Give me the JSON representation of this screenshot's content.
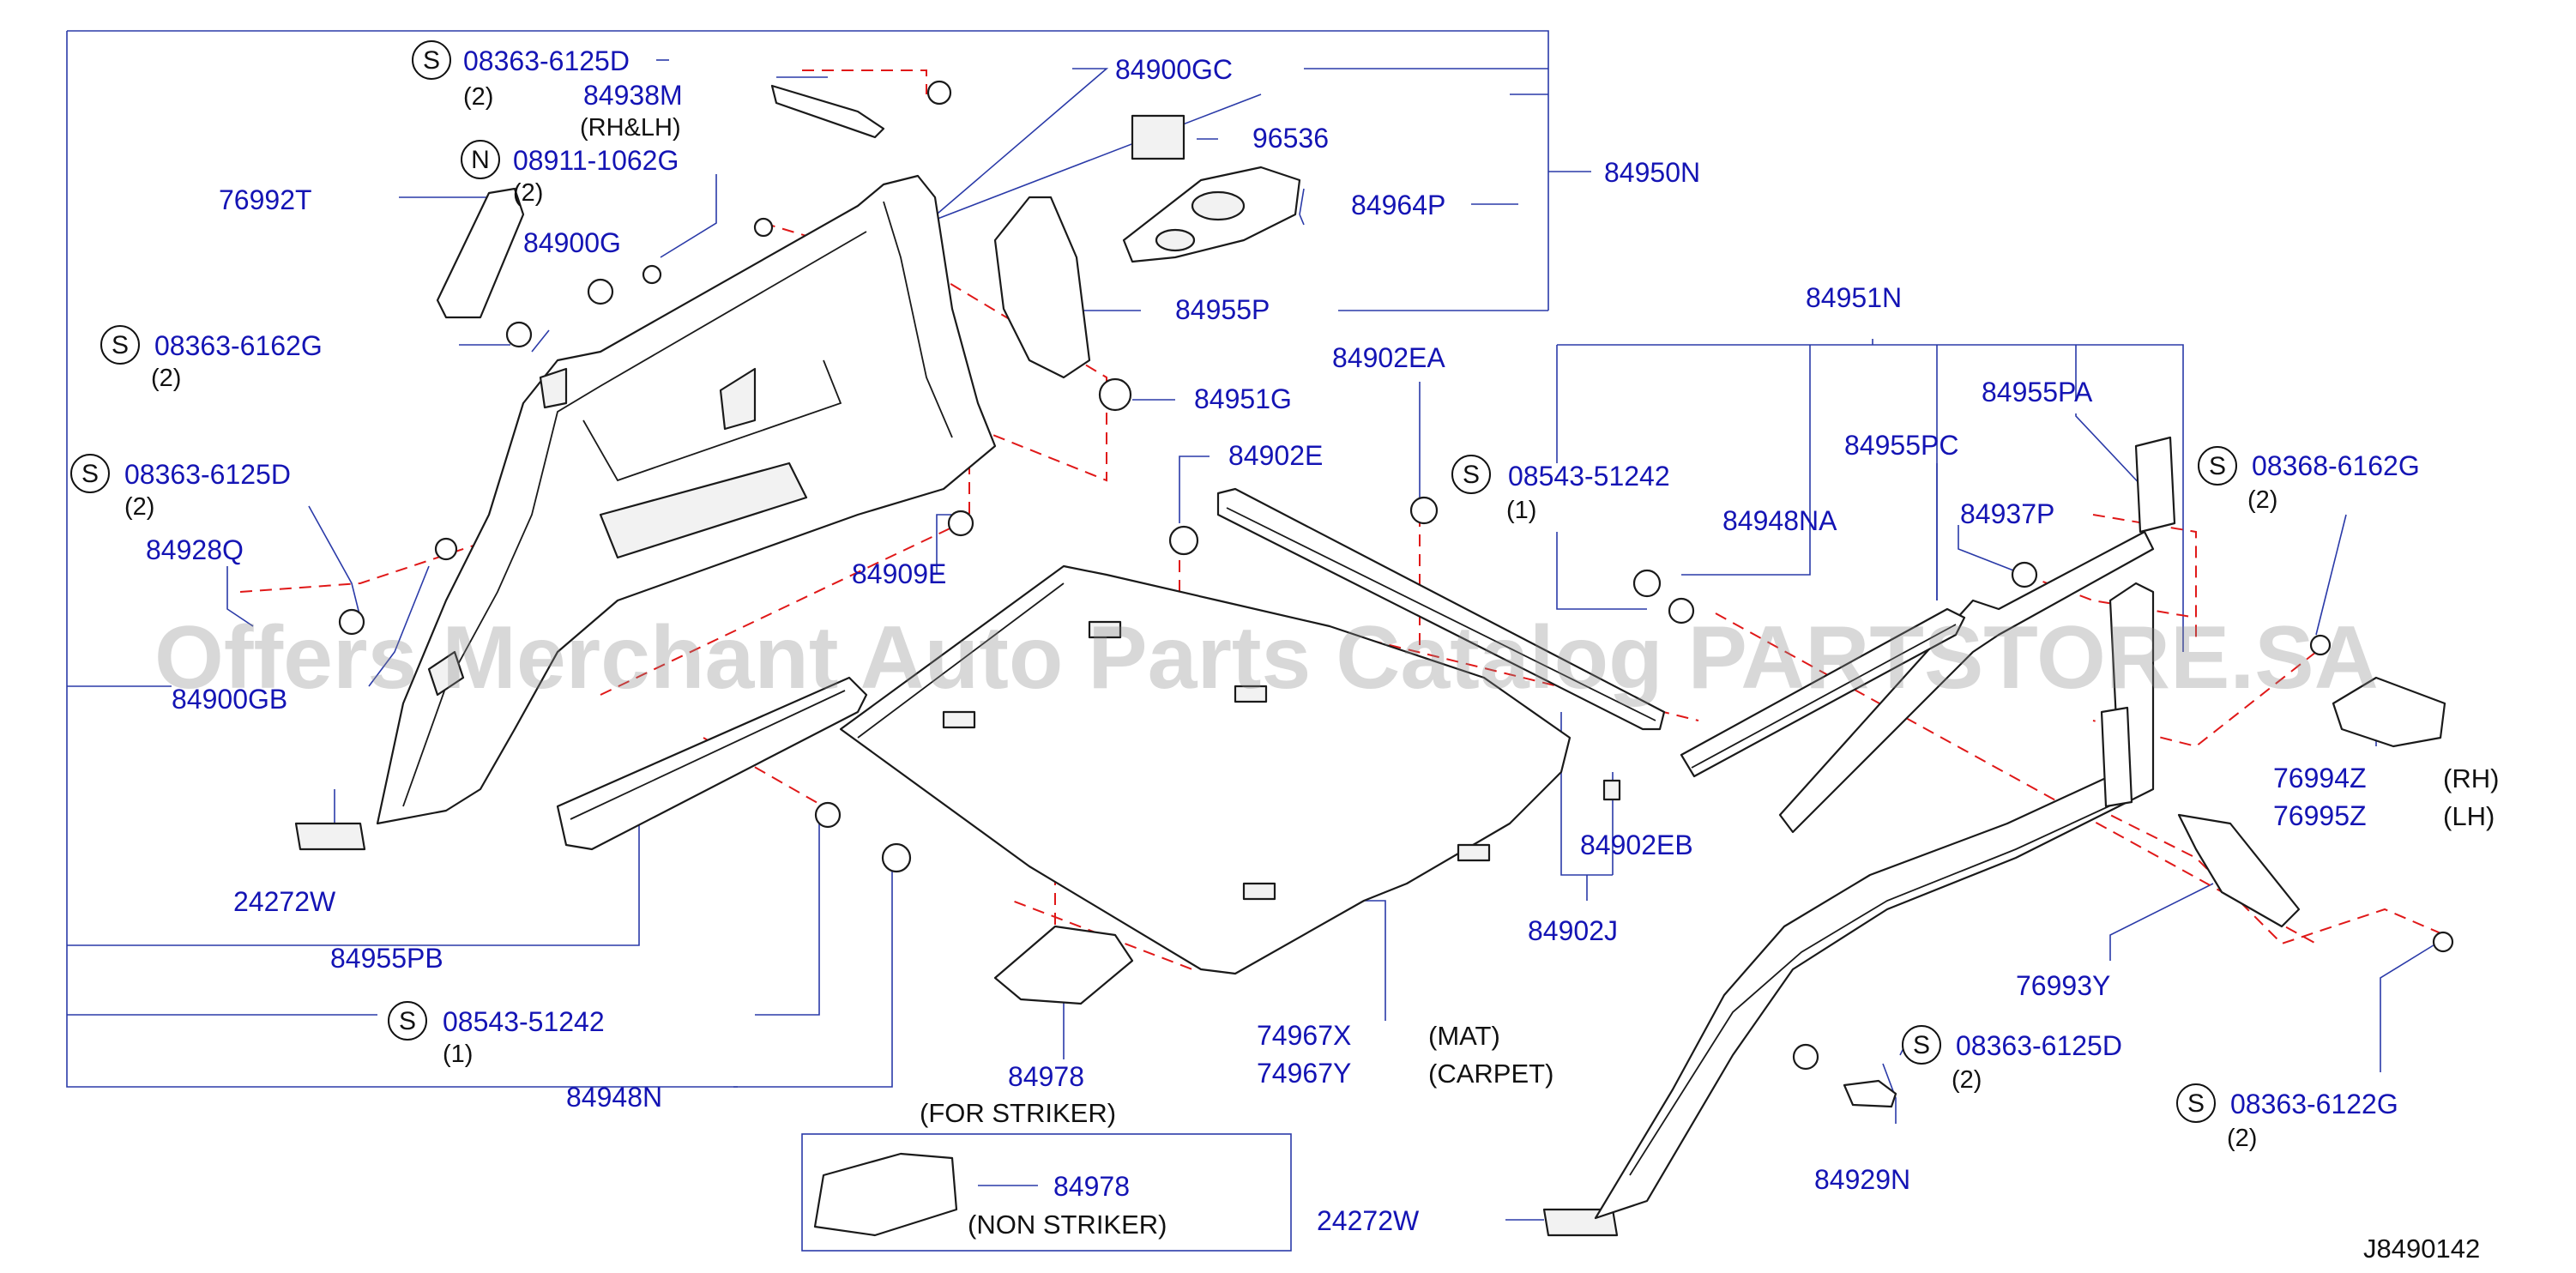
{
  "watermark": "Offers Merchant Auto Parts Catalog PARTSTORE.SA",
  "diagram_id": "J8490142",
  "symbols": {
    "screw": "S",
    "nut": "N"
  },
  "labels": {
    "p08363_6125D_top": "08363-6125D",
    "p08363_6125D_top_qty": "(2)",
    "p84938M": "84938M",
    "p84938M_note": "(RH&LH)",
    "p08911_1062G": "08911-1062G",
    "p08911_1062G_qty": "(2)",
    "p76992T": "76992T",
    "p84900G": "84900G",
    "p08363_6162G": "08363-6162G",
    "p08363_6162G_qty": "(2)",
    "p08363_6125D_left": "08363-6125D",
    "p08363_6125D_left_qty": "(2)",
    "p84928Q": "84928Q",
    "p84900GB": "84900GB",
    "p24272W_left": "24272W",
    "p84955PB": "84955PB",
    "p08543_51242_left": "08543-51242",
    "p08543_51242_left_qty": "(1)",
    "p84948N": "84948N",
    "p84900GC": "84900GC",
    "p96536": "96536",
    "p84964P": "84964P",
    "p84950N": "84950N",
    "p84955P": "84955P",
    "p84951G": "84951G",
    "p84909E": "84909E",
    "p84902E": "84902E",
    "p84902EA": "84902EA",
    "p84902EB": "84902EB",
    "p84902J": "84902J",
    "p84978_striker": "84978",
    "p84978_striker_note": "(FOR  STRIKER)",
    "p74967X": "74967X",
    "p74967X_note": "(MAT)",
    "p74967Y": "74967Y",
    "p74967Y_note": "(CARPET)",
    "p84978_non": "84978",
    "p84978_non_note": "(NON  STRIKER)",
    "p24272W_bottom": "24272W",
    "p84951N": "84951N",
    "p84955PA": "84955PA",
    "p84955PC": "84955PC",
    "p08543_51242_right": "08543-51242",
    "p08543_51242_right_qty": "(1)",
    "p84948NA": "84948NA",
    "p84937P": "84937P",
    "p08368_6162G": "08368-6162G",
    "p08368_6162G_qty": "(2)",
    "p76994Z": "76994Z",
    "p76994Z_note": "(RH)",
    "p76995Z": "76995Z",
    "p76995Z_note": "(LH)",
    "p76993Y": "76993Y",
    "p08363_6125D_right": "08363-6125D",
    "p08363_6125D_right_qty": "(2)",
    "p84929N": "84929N",
    "p08363_6122G": "08363-6122G",
    "p08363_6122G_qty": "(2)"
  }
}
